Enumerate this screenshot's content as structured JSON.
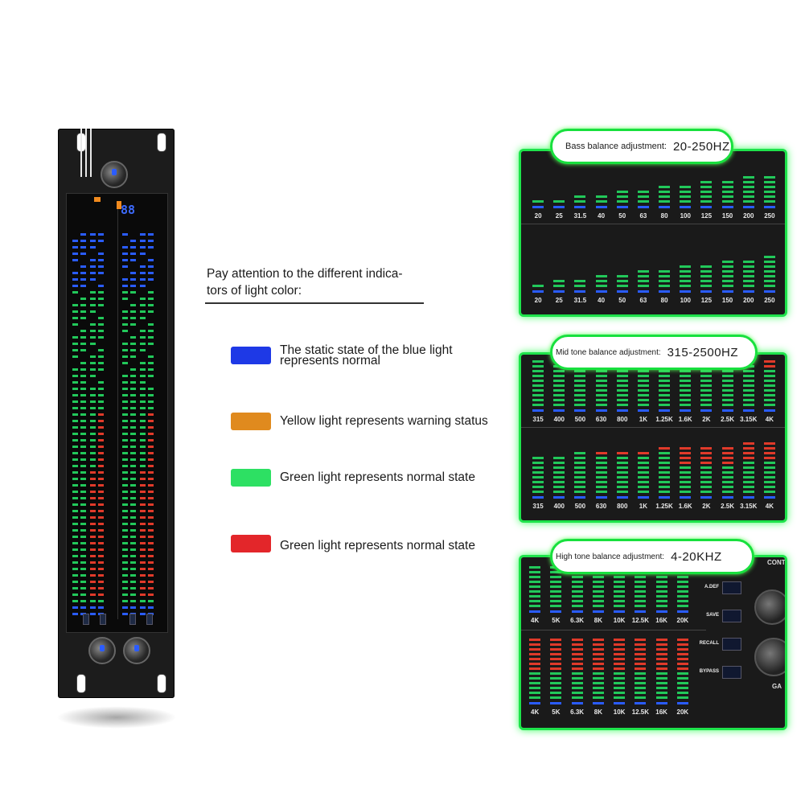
{
  "title_line1": "Pay attention to the different indica-",
  "title_line2": "tors of light color:",
  "legend": [
    {
      "color": "#1e39e6",
      "text1": "The static state of the blue light",
      "text2": "represents normal"
    },
    {
      "color": "#e08a1e",
      "text1": "Yellow light represents warning status",
      "text2": ""
    },
    {
      "color": "#2de063",
      "text1": "Green light represents normal state",
      "text2": ""
    },
    {
      "color": "#e3262a",
      "text1": "Green light represents normal state",
      "text2": ""
    }
  ],
  "device": {
    "display_value": "88",
    "colors": {
      "blue": "#2a5cff",
      "green": "#22c85a",
      "red": "#e03a2a",
      "orange": "#f08a1e"
    }
  },
  "panels": [
    {
      "label": "Bass balance adjustment:",
      "range": "20-250HZ",
      "freqs": [
        "20",
        "25",
        "31.5",
        "40",
        "50",
        "63",
        "80",
        "100",
        "125",
        "150",
        "200",
        "250"
      ]
    },
    {
      "label": "Mid tone balance adjustment:",
      "range": "315-2500HZ",
      "freqs": [
        "315",
        "400",
        "500",
        "630",
        "800",
        "1K",
        "1.25K",
        "1.6K",
        "2K",
        "2.5K",
        "3.15K",
        "4K"
      ]
    },
    {
      "label": "High tone balance adjustment:",
      "range": "4-20KHZ",
      "freqs": [
        "4K",
        "5K",
        "6.3K",
        "8K",
        "10K",
        "12.5K",
        "16K",
        "20K"
      ],
      "buttons": [
        "A.DEF",
        "SAVE",
        "RECALL",
        "BYPASS"
      ],
      "extra_labels": [
        "CONT",
        "GA"
      ]
    }
  ]
}
